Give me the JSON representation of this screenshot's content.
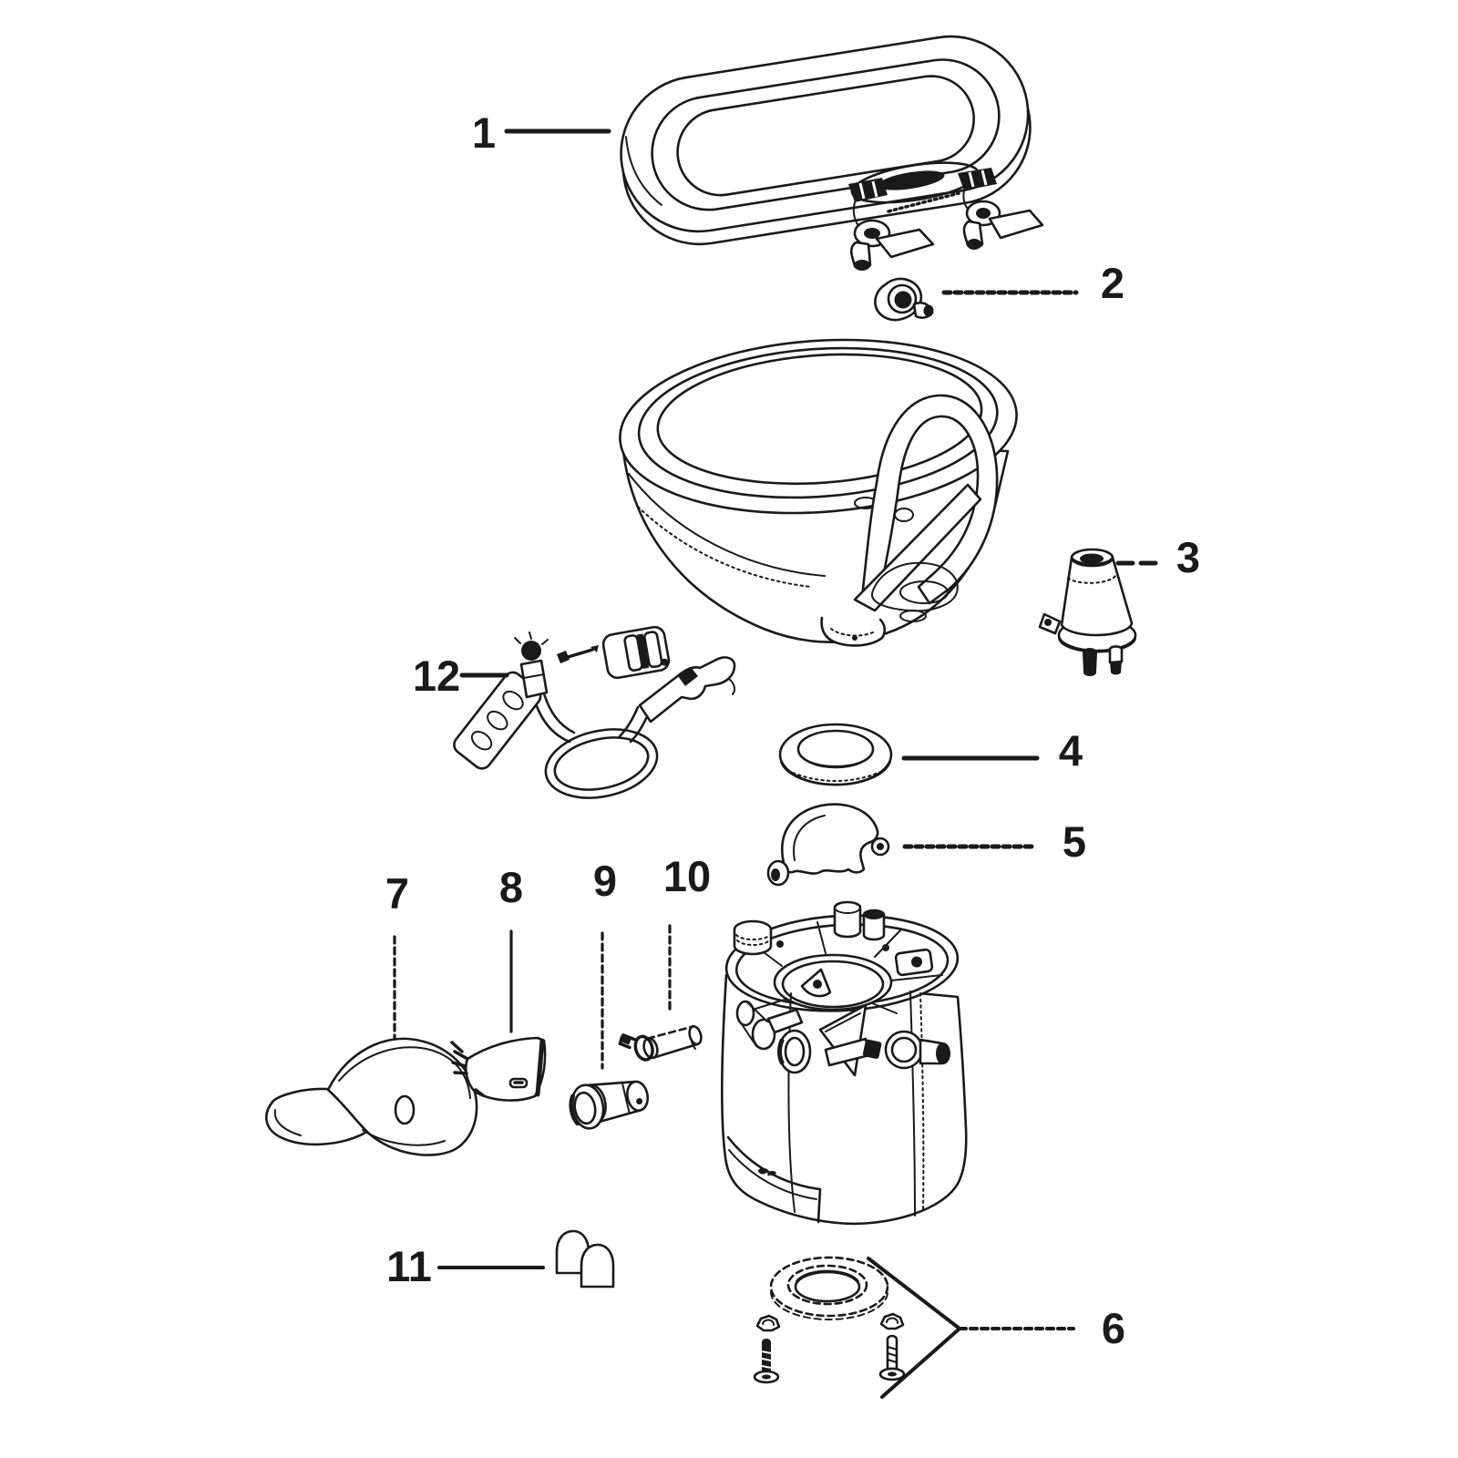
{
  "figure": {
    "kind": "exploded-parts-diagram",
    "subject": "foot-pedal-toilet",
    "colors": {
      "background": "#ffffff",
      "ink": "#1a1a1a"
    },
    "callouts": [
      {
        "label": "1",
        "name": "seat-and-lid-assembly"
      },
      {
        "label": "2",
        "name": "cap-knob"
      },
      {
        "label": "3",
        "name": "water-valve"
      },
      {
        "label": "4",
        "name": "bowl-seal-ring"
      },
      {
        "label": "5",
        "name": "half-clamp"
      },
      {
        "label": "6",
        "name": "floor-flange-seal-and-bolts"
      },
      {
        "label": "7",
        "name": "flush-pedal"
      },
      {
        "label": "8",
        "name": "pedal-bracket"
      },
      {
        "label": "9",
        "name": "bushing"
      },
      {
        "label": "10",
        "name": "pin-tube"
      },
      {
        "label": "11",
        "name": "cap-plugs"
      },
      {
        "label": "12",
        "name": "hand-sprayer-kit"
      }
    ]
  }
}
